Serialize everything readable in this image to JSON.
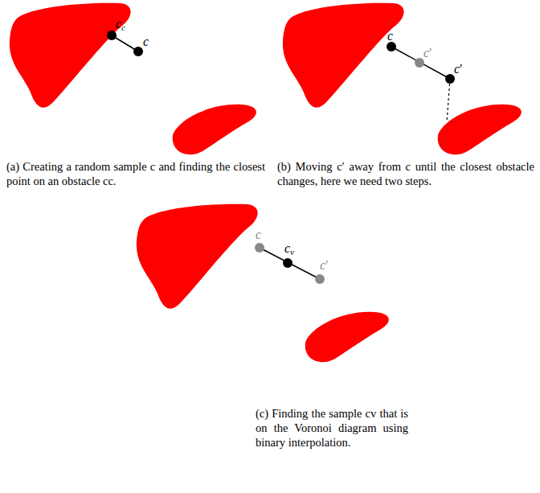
{
  "diagram": {
    "labels": [
      "cc",
      "c",
      "(a) Creating a random sample c and finding the closest point on an obstacle cc.",
      "c",
      "c′",
      "c′",
      "(b) Moving c′ away from c until the closest obstacle changes, here we need two steps.",
      "c",
      "cv",
      "c′",
      "(c) Finding the sample cv that is on the Voronoi diagram using binary interpolation."
    ]
  }
}
